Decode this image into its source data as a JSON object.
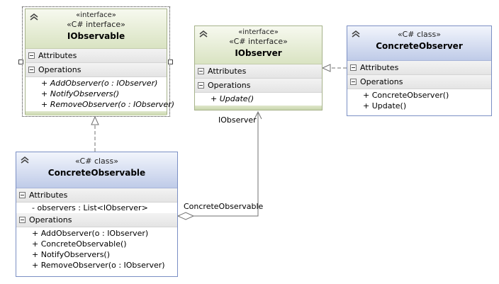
{
  "iobservable": {
    "stereotype_small": "«interface»",
    "stereotype": "«C# interface»",
    "name": "IObservable",
    "attributes_label": "Attributes",
    "operations_label": "Operations",
    "operations": [
      "+ AddObserver(o : IObserver)",
      "+ NotifyObservers()",
      "+ RemoveObserver(o : IObserver)"
    ]
  },
  "iobserver": {
    "stereotype_small": "«interface»",
    "stereotype": "«C# interface»",
    "name": "IObserver",
    "attributes_label": "Attributes",
    "operations_label": "Operations",
    "operations": [
      "+ Update()"
    ]
  },
  "concrete_observer": {
    "stereotype": "«C# class»",
    "name": "ConcreteObserver",
    "attributes_label": "Attributes",
    "operations_label": "Operations",
    "operations": [
      "+ ConcreteObserver()",
      "+ Update()"
    ]
  },
  "concrete_observable": {
    "stereotype": "«C# class»",
    "name": "ConcreteObservable",
    "attributes_label": "Attributes",
    "attributes": [
      "- observers : List<IObserver>"
    ],
    "operations_label": "Operations",
    "operations": [
      "+ AddObserver(o : IObserver)",
      "+ ConcreteObservable()",
      "+ NotifyObservers()",
      "+ RemoveObserver(o : IObserver)"
    ]
  },
  "connectors": {
    "role_iobserver": "IObserver",
    "role_concrete_observable": "ConcreteObservable"
  },
  "colors": {
    "interface_header": "#d9e3c2",
    "class_header": "#bfcbe8",
    "line": "#707070"
  },
  "icons": [
    "collapse-chevron-icon",
    "section-minus-icon"
  ]
}
